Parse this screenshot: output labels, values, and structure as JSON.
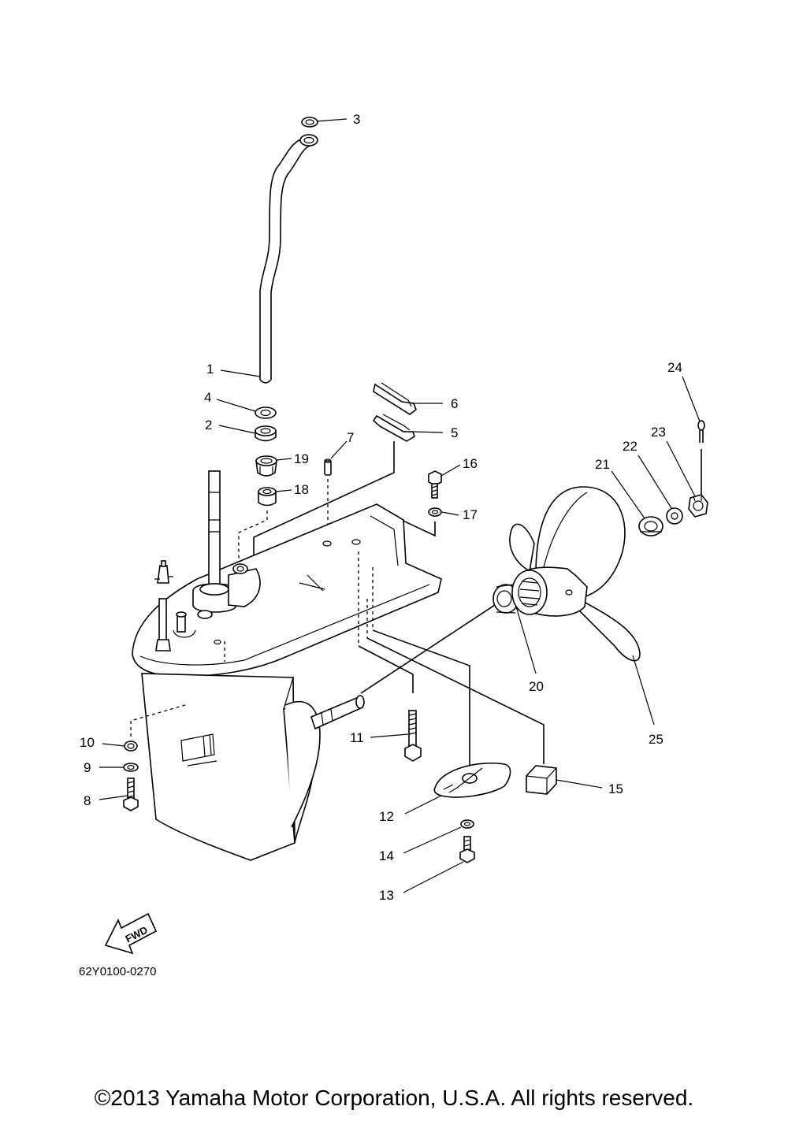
{
  "diagram_code": "62Y0100-0270",
  "fwd_label": "FWD",
  "copyright": "©2013 Yamaha Motor Corporation, U.S.A. All rights reserved.",
  "callouts": [
    "1",
    "2",
    "3",
    "4",
    "5",
    "6",
    "7",
    "8",
    "9",
    "10",
    "11",
    "12",
    "13",
    "14",
    "15",
    "16",
    "17",
    "18",
    "19",
    "20",
    "21",
    "22",
    "23",
    "24",
    "25"
  ]
}
